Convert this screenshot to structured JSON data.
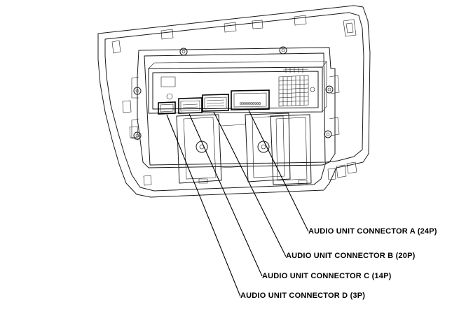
{
  "callouts": {
    "connector_a": "AUDIO UNIT CONNECTOR A (24P)",
    "connector_b": "AUDIO UNIT CONNECTOR B (20P)",
    "connector_c": "AUDIO UNIT CONNECTOR C (14P)",
    "connector_d": "AUDIO UNIT CONNECTOR D (3P)"
  },
  "connector_printed_text": "0000000000"
}
